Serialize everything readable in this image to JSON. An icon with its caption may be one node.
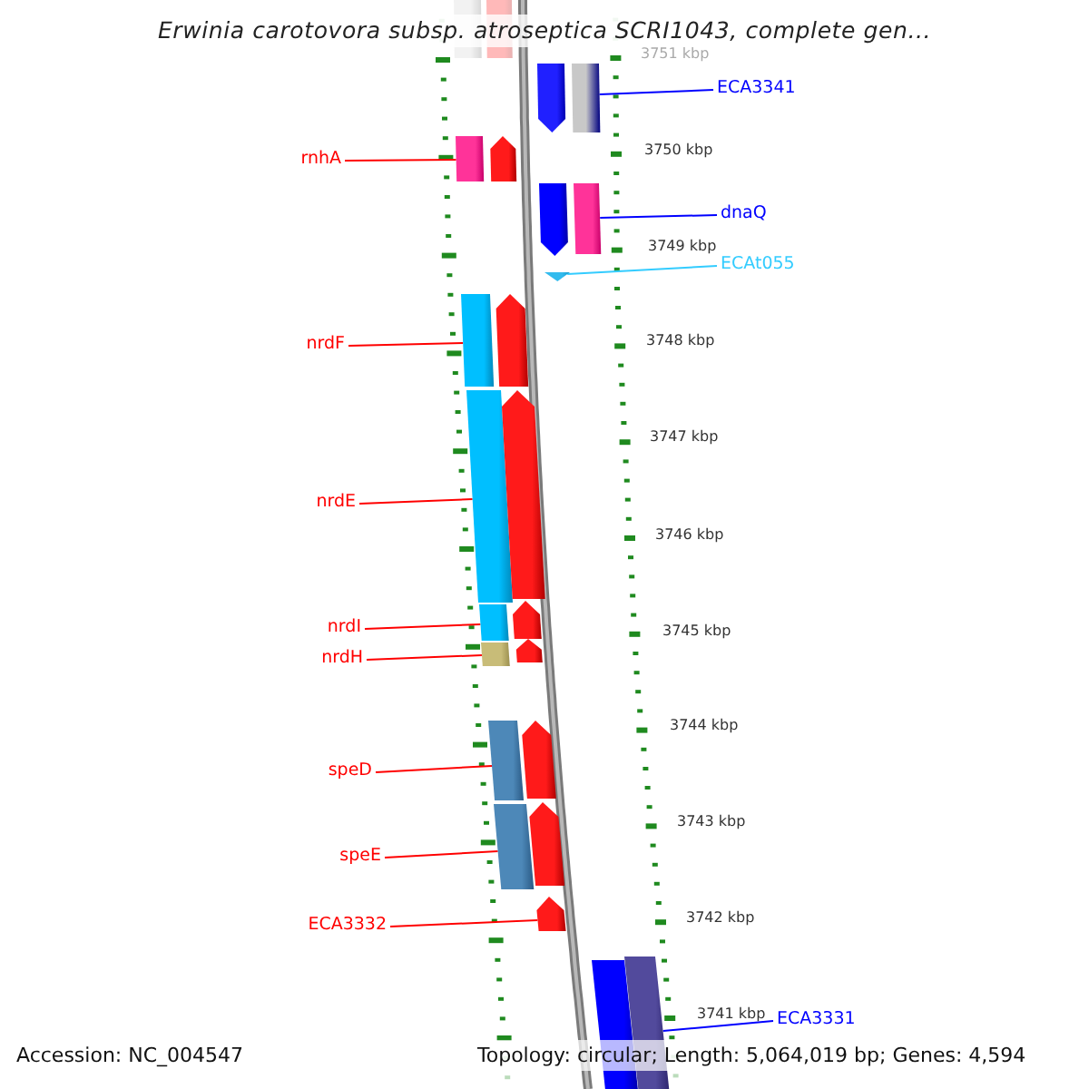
{
  "diagram": {
    "title": "Erwinia carotovora subsp. atroseptica SCRI1043, complete gen...",
    "nodes": [
      {
        "text": [
          "ECA3341"
        ]
      },
      {
        "text": [
          "rnhA"
        ]
      },
      {
        "text": [
          "dnaQ"
        ]
      },
      {
        "text": [
          "ECAt055"
        ]
      },
      {
        "text": [
          "nrdF"
        ]
      },
      {
        "text": [
          "nrdE"
        ]
      },
      {
        "text": [
          "nrdI"
        ]
      },
      {
        "text": [
          "nrdH"
        ]
      },
      {
        "text": [
          "speD"
        ]
      },
      {
        "text": [
          "speE"
        ]
      },
      {
        "text": [
          "ECA3332"
        ]
      },
      {
        "text": [
          "ECA3331"
        ]
      },
      {
        "text": [],
        "shape": "bar"
      },
      {
        "text": [],
        "shape": "bar"
      },
      {
        "text": [],
        "shape": "pentagon"
      },
      {
        "text": [],
        "shape": "bar"
      },
      {
        "text": [],
        "shape": "bar"
      },
      {
        "text": [],
        "shape": "pentagon"
      },
      {
        "text": [],
        "shape": "pentagon"
      },
      {
        "text": [],
        "shape": "bar"
      },
      {
        "text": [],
        "shape": "triangle"
      },
      {
        "text": [],
        "shape": "bar"
      },
      {
        "text": [],
        "shape": "pentagon"
      },
      {
        "text": [],
        "shape": "bar"
      },
      {
        "text": [],
        "shape": "pentagon"
      },
      {
        "text": [],
        "shape": "bar"
      },
      {
        "text": [],
        "shape": "pentagon"
      },
      {
        "text": [],
        "shape": "bar"
      },
      {
        "text": [],
        "shape": "pentagon"
      },
      {
        "text": [],
        "shape": "bar"
      },
      {
        "text": [],
        "shape": "pentagon"
      },
      {
        "text": [],
        "shape": "bar"
      },
      {
        "text": [],
        "shape": "pentagon"
      },
      {
        "text": [],
        "shape": "pentagon"
      },
      {
        "text": [],
        "shape": "bar"
      },
      {
        "text": [],
        "shape": "bar"
      }
    ],
    "edges": [
      {
        "from": 0,
        "to": 15,
        "arrow": "none",
        "color": "#0000ff"
      },
      {
        "from": 1,
        "to": 16,
        "arrow": "none"
      },
      {
        "from": 2,
        "to": 19,
        "arrow": "none",
        "color": "#0000ff"
      },
      {
        "from": 3,
        "to": 20,
        "arrow": "none",
        "color": "#33ccff"
      },
      {
        "from": 4,
        "to": 21,
        "arrow": "none"
      },
      {
        "from": 5,
        "to": 23,
        "arrow": "none"
      },
      {
        "from": 6,
        "to": 25,
        "arrow": "none"
      },
      {
        "from": 7,
        "to": 27,
        "arrow": "none"
      },
      {
        "from": 8,
        "to": 29,
        "arrow": "none"
      },
      {
        "from": 9,
        "to": 31,
        "arrow": "none"
      },
      {
        "from": 10,
        "to": 33,
        "arrow": "none"
      },
      {
        "from": 11,
        "to": 35,
        "arrow": "none",
        "color": "#0000ff"
      }
    ],
    "labels": [
      "3751 kbp",
      "3750 kbp",
      "3749 kbp",
      "3748 kbp",
      "3747 kbp",
      "3746 kbp",
      "3745 kbp",
      "3744 kbp",
      "3743 kbp",
      "3742 kbp",
      "3741 kbp",
      "Accession: NC_004547",
      "Topology: circular; Length: 5,064,019 bp; Genes: 4,594"
    ]
  }
}
